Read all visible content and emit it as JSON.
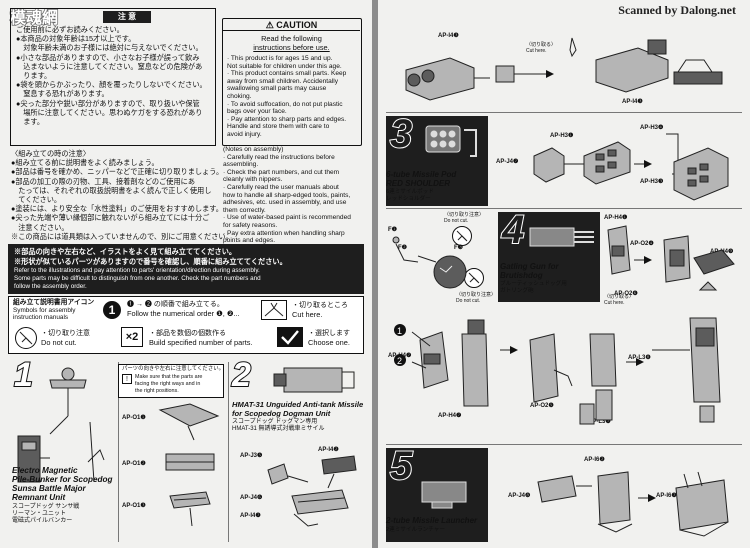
{
  "header": {
    "scanned_by": "Scanned by Dalong.net",
    "watermark": "模魂網"
  },
  "warning_jp": {
    "title": "注 意",
    "lines": [
      "ご使用前に必ずお読みください。",
      "●本商品の対象年齢は15才以上です。",
      "　対象年齢未満のお子様には絶対に与えないでください。",
      "●小さな部品がありますので、小さなお子様が誤って飲み",
      "　込まないように注意してください。窒息などの危険があ",
      "　ります。",
      "●袋を頭からかぶったり、顔を覆ったりしないでください。",
      "　窒息する恐れがあります。",
      "●尖った部分や鋭い部分がありますので、取り扱いや保管",
      "　場所に注意してください。思わぬケガをする恐れがあり",
      "　ます。"
    ]
  },
  "warning_en": {
    "title": "CAUTION",
    "subtitle_1": "Read the following",
    "subtitle_2": "instructions before use.",
    "lines": [
      "· This product is for ages 15 and up.",
      "  Not suitable for children under this age.",
      "· This product contains small parts. Keep",
      "  away from small children. Accidentally",
      "  swallowing small parts may cause",
      "  choking.",
      "· To avoid suffocation, do not put plastic",
      "  bags over your face.",
      "· Pay attention to sharp parts and edges.",
      "  Handle and store them with care to",
      "  avoid injury."
    ]
  },
  "assembly_notes_jp": {
    "title": "〈組み立ての時の注意〉",
    "lines": [
      "●組み立てる前に説明書をよく読みましょう。",
      "●部品は番号を確かめ、ニッパーなどで正確に切り取りましょう。",
      "●部品の加工の際の刃物、工具、接着剤などのご使用にあ",
      "　たっては、それぞれの取扱説明書をよく読んで正しく使用し",
      "　てください。",
      "●塗装には、より安全な「水性塗料」のご使用をおすすめします。",
      "●尖った先端や薄い縁個部に触れないがら組み立てには十分ご",
      "　注意ください。",
      "※この商品には道具類は入っていませんので、別にご用意ください。"
    ]
  },
  "assembly_notes_en": {
    "title": "(Notes on assembly)",
    "lines": [
      "· Carefully read the instructions before",
      "  assembling.",
      "· Check the part numbers, and cut them",
      "  cleanly with nippers.",
      "· Carefully read the user manuals about",
      "  how to handle all sharp-edged tools, paints,",
      "  adhesives, etc. used in assembly, and use",
      "  them correctly.",
      "· Use of water-based paint is recommended",
      "  for safety reasons.",
      "· Pay extra attention when handling sharp",
      "  points and edges.",
      "· Tools are not included."
    ]
  },
  "orientation_notice": {
    "jp_1": "※部品の向きや左右など、イラストをよく見て組み立ててください。",
    "jp_2": "※形状が似ているパーツがありますので番号を確認し、順番に組み立ててください。",
    "en_1": "Refer to the illustrations and pay attention to parts' orientation/direction during assembly.",
    "en_2": "Some parts may be difficult to distinguish from one another. Check the part numbers and",
    "en_3": "follow the assembly order."
  },
  "symbols": {
    "title_jp": "組み立て説明書用アイコン",
    "title_en_1": "Symbols for assembly",
    "title_en_2": "instruction manuals",
    "order_jp": "❶ → ❷ の順番で組み立てる。",
    "order_en": "Follow the numerical order ❶, ❷...",
    "cut_jp": "・切り取るところ",
    "cut_en": "Cut here.",
    "donotcut_jp": "・切り取り注意",
    "donotcut_en": "Do not cut.",
    "x2_label": "×2",
    "build_jp": "・部品を数個の個数作る",
    "build_en": "Build specified number of parts.",
    "choose_jp": "・選択します",
    "choose_en": "Choose one."
  },
  "step1": {
    "num": "1",
    "title_1": "Electro Magnetic",
    "title_2": "Pile-Bunker for Scopedog",
    "title_3": "Sunsa Battle Major",
    "title_4": "Remnant Unit",
    "jp_1": "スコープドッグ サンサ戦",
    "jp_2": "リーマン・ユニット",
    "jp_3": "電磁式パイルバンカー",
    "parts": [
      "AP-O1❶",
      "AP-O1❷",
      "AP-O1❸"
    ]
  },
  "step2": {
    "num": "2",
    "note_jp": "パーツの向きや左右に注意してください。",
    "note_en_1": "Make sure that the parts are",
    "note_en_2": "facing the right ways and in",
    "note_en_3": "the right positions.",
    "title_1": "HMAT-31 Unguided Anti-tank Missile",
    "title_2": "for Scopedog Dogman Unit",
    "jp_1": "スコープドッグ ドッグマン専用",
    "jp_2": "HMAT-31 無誘導式対戦車ミサイル",
    "parts": [
      "AP-J3❺",
      "AP-I4❷",
      "AP-J4❻",
      "AP-I4❼"
    ]
  },
  "right_top": {
    "parts": [
      "AP-I4❸",
      "AP-I4❸"
    ],
    "cut_jp": "〈切り取る〉",
    "cut_en": "Cut here."
  },
  "step3": {
    "num": "3",
    "title_1": "6-tube Missile Pod",
    "title_2": "RED SHOULDER",
    "jp_1": "6連ミサイルポッド",
    "jp_2": "レッドショルダー",
    "parts": [
      "AP-H3❶",
      "AP-J4❼",
      "AP-H3❹",
      "AP-H3❸"
    ]
  },
  "step4": {
    "num": "4",
    "title_1": "Gatling Gun for",
    "title_2": "Brutishdog",
    "jp_1": "ブルーティッシュドッグ用",
    "jp_2": "ガトリング砲",
    "donotcut_jp": "〈切り取り注意〉",
    "donotcut_en": "Do not cut.",
    "cut_jp": "〈切り取る〉",
    "cut_en": "Cut here.",
    "parts": [
      "F❶",
      "F❷",
      "F❸",
      "AP-H4❶",
      "AP-O2❹",
      "AP-O2❻",
      "AP-H4❾",
      "AP-L3❽",
      "AP-O2❺",
      "AP-L3❼",
      "AP-H4❼"
    ]
  },
  "step5": {
    "num": "5",
    "title": "2-tube Missile Launcher",
    "jp": "2連ミサイルランチャー",
    "parts": [
      "AP-I6❷",
      "AP-J4❽",
      "AP-I6❼"
    ]
  }
}
